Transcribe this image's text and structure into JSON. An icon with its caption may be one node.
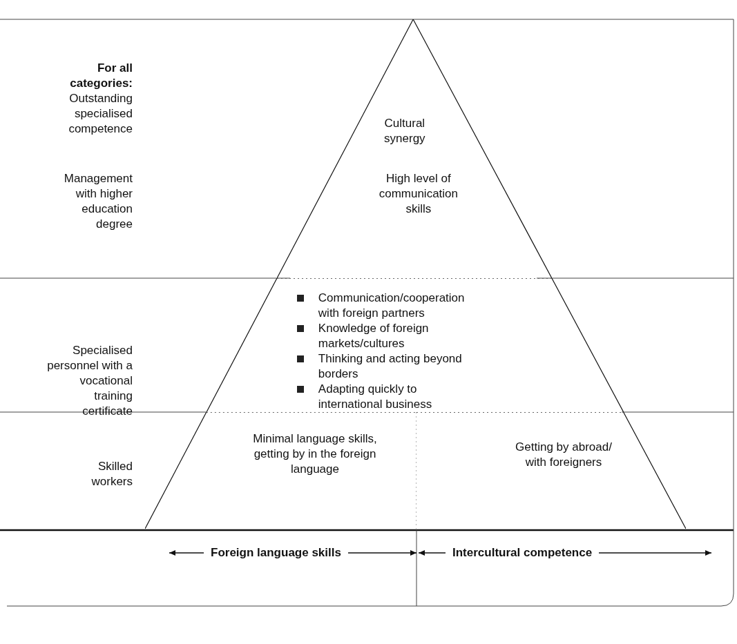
{
  "diagram": {
    "nodes": [
      {
        "text": [
          "Cultural synergy",
          "High level of communication skills"
        ]
      },
      {
        "text": [
          "Communication/cooperation with foreign partners",
          "Knowledge of foreign markets/cultures",
          "Thinking and acting beyond borders",
          "Adapting quickly to international business"
        ]
      },
      {
        "text": [
          "Minimal language skills, getting by in the foreign language"
        ]
      },
      {
        "text": [
          "Getting by abroad/ with foreigners"
        ]
      }
    ],
    "edges": [],
    "labels": [
      "**For all categories:** Outstanding specialised competence",
      "Management with higher education degree",
      "Specialised personnel with a vocational training certificate",
      "Skilled workers",
      "Foreign language skills",
      "Intercultural competence"
    ]
  }
}
